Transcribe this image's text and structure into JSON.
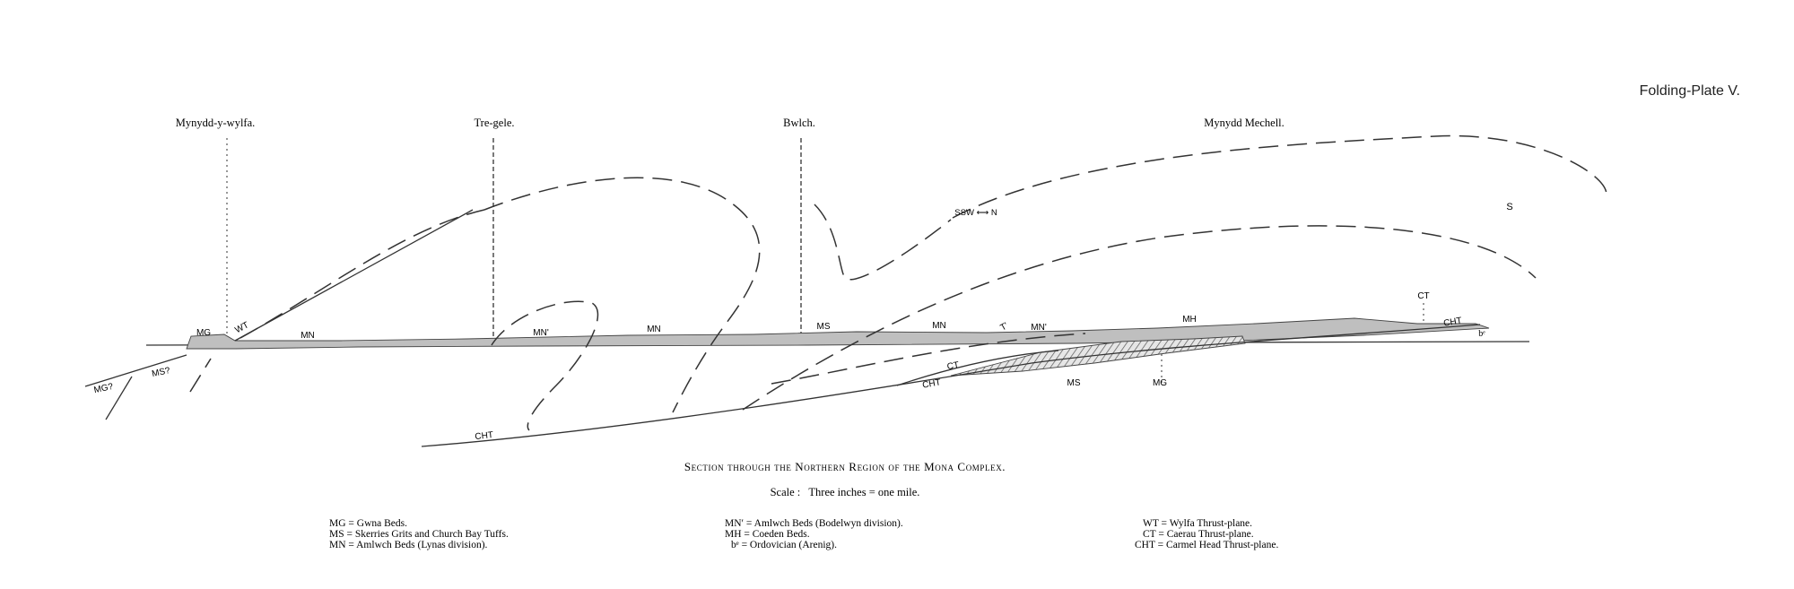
{
  "plate_label": "Folding-Plate V.",
  "localities": [
    "Mynydd-y-wylfa.",
    "Tre-gele.",
    "Bwlch.",
    "Mynydd Mechell."
  ],
  "section_labels": {
    "mg_left": "MG",
    "wt": "WT",
    "mn_1": "MN",
    "mn_prime_1": "MN'",
    "mn_2": "MN",
    "ms_top": "MS",
    "mn_3": "MN",
    "t_mark": "T'",
    "mn_prime_2": "MN'",
    "mh": "MH",
    "ct_top": "CT",
    "cht_right": "CHT",
    "be": "bᵉ",
    "mg_query": "MG?",
    "ms_query": "MS?",
    "ct_mid": "CT",
    "cht_mid": "CHT",
    "ms_bottom": "MS",
    "mg_bottom": "MG",
    "cht_bottom": "CHT",
    "s": "S",
    "direction": "SSW ⟷ N"
  },
  "title": "Section through the Northern Region of the Mona Complex.",
  "scale": "Scale :   Three inches = one mile.",
  "legend": {
    "col1": [
      "MG = Gwna Beds.",
      "MS = Skerries Grits and Church Bay Tuffs.",
      "MN = Amlwch Beds (Lynas division)."
    ],
    "col2": [
      "MN′ = Amlwch Beds (Bodelwyn division).",
      "MH = Coeden Beds.",
      "bᵉ = Ordovician (Arenig)."
    ],
    "col3": [
      "WT = Wylfa Thrust-plane.",
      "CT = Caerau Thrust-plane.",
      "CHT = Carmel Head Thrust-plane."
    ]
  }
}
